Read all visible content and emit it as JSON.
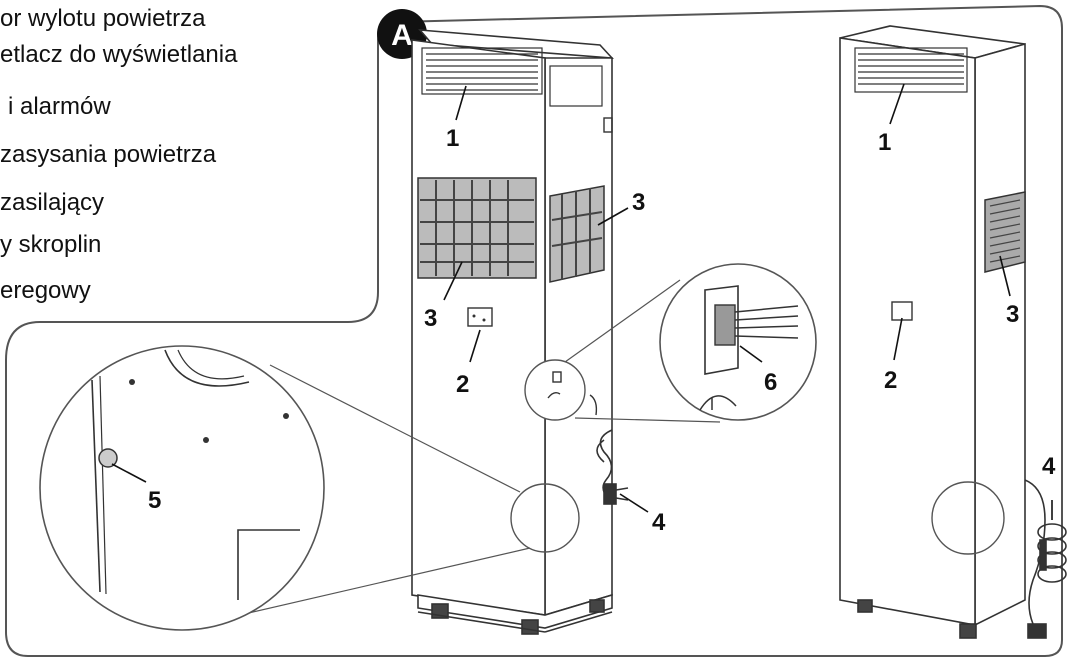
{
  "legend": {
    "lines": [
      "or wylotu powietrza",
      "etlacz do wyświetlania",
      "i alarmów",
      "zasysania powietrza",
      "zasilający",
      "y skroplin",
      "eregowy"
    ]
  },
  "panel_badge": "A",
  "callouts": {
    "c1": "1",
    "c2": "2",
    "c3a": "3",
    "c3b": "3",
    "c4": "4",
    "c5": "5",
    "c6": "6",
    "r1": "1",
    "r2": "2",
    "r3": "3",
    "r4": "4"
  }
}
